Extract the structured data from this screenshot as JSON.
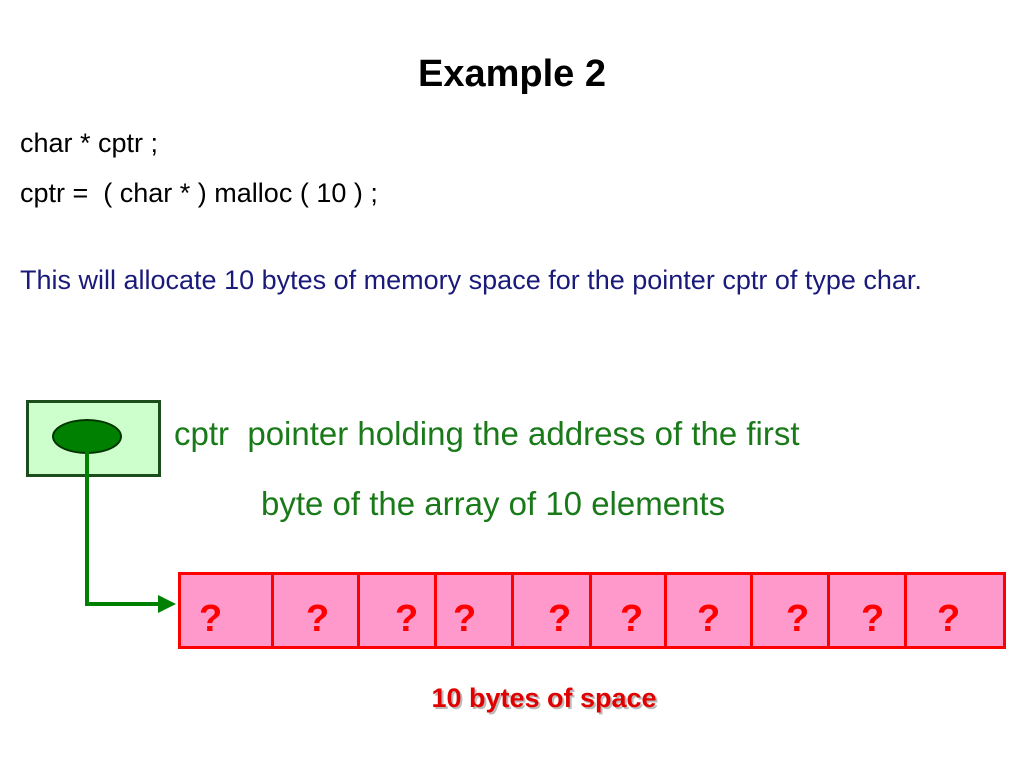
{
  "title": "Example 2",
  "code": {
    "line1": "char * cptr ;",
    "line2": "cptr =  ( char * ) malloc ( 10 ) ;"
  },
  "description": "This will allocate 10 bytes of memory space for the pointer cptr of type char.",
  "pointer": {
    "label_line1": "cptr  pointer holding the address of the first",
    "label_line2": "byte of the array of 10 elements"
  },
  "array": {
    "cells": [
      "?",
      "?",
      "?",
      "?",
      "?",
      "?",
      "?",
      "?",
      "?",
      "?"
    ],
    "caption": "10 bytes of space"
  },
  "colors": {
    "pointer_box_fill": "#ccffcc",
    "pointer_dot": "#008000",
    "arrow": "#008000",
    "cell_fill": "#ff99cc",
    "cell_border": "#ff0000",
    "description_text": "#1a1a7a",
    "pointer_text": "#1a7a1a"
  }
}
